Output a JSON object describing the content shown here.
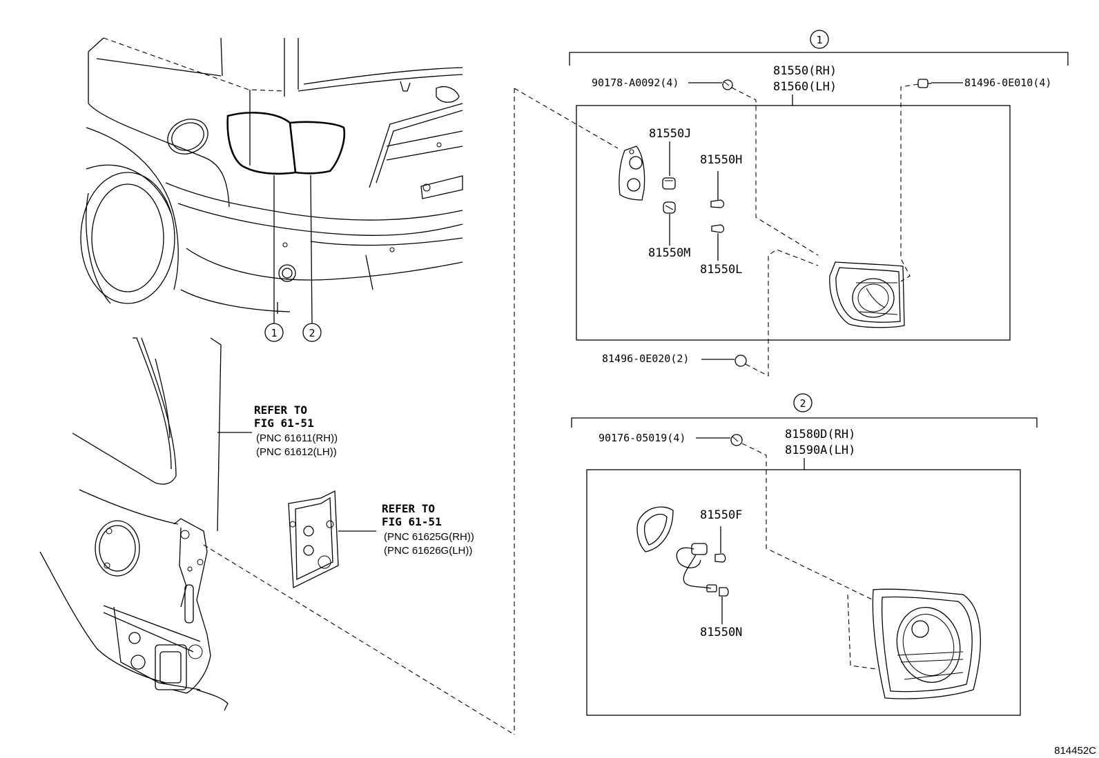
{
  "assembly1": {
    "callout": "1",
    "parent_rh": "81550(RH)",
    "parent_lh": "81560(LH)",
    "part_screw": "90178-A0092(4)",
    "part_clip_top": "81496-0E010(4)",
    "part_clip_bottom": "81496-0E020(2)",
    "part_81550j": "81550J",
    "part_81550h": "81550H",
    "part_81550m": "81550M",
    "part_81550l": "81550L"
  },
  "assembly2": {
    "callout": "2",
    "parent_rh": "81580D(RH)",
    "parent_lh": "81590A(LH)",
    "part_screw": "90176-05019(4)",
    "part_81550f": "81550F",
    "part_81550n": "81550N"
  },
  "vehicle": {
    "callout1": "1",
    "callout2": "2"
  },
  "ref_panel": {
    "line1": "REFER TO",
    "line2": "FIG 61-51",
    "pnc1": "(PNC 61611(RH))",
    "pnc2": "(PNC 61612(LH))"
  },
  "ref_inner": {
    "line1": "REFER TO",
    "line2": "FIG 61-51",
    "pnc1": "(PNC 61625G(RH))",
    "pnc2": "(PNC 61626G(LH))"
  },
  "footer": {
    "figure_id": "814452C"
  }
}
